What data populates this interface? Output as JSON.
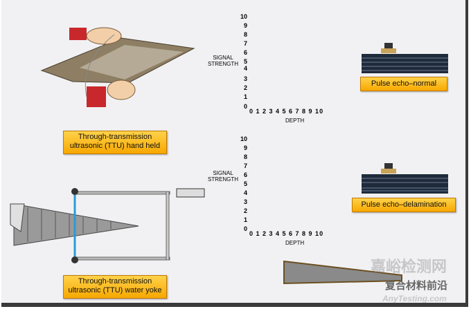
{
  "labels": {
    "ttu_hand": "Through-transmission ultrasonic (TTU) hand held",
    "ttu_yoke": "Through-transmission ultrasonic (TTU) water yoke",
    "pe_normal": "Pulse echo–normal",
    "pe_delam": "Pulse echo–delamination"
  },
  "graph1": {
    "ylabel_1": "SIGNAL",
    "ylabel_2": "STRENGTH",
    "yticks": [
      "10",
      "9",
      "8",
      "7",
      "6",
      "5",
      "4",
      "3",
      "2",
      "1",
      "0"
    ],
    "xticks": "0 1 2 3 4 5 6 7 8 9 10",
    "xlabel": "DEPTH"
  },
  "graph2": {
    "ylabel_1": "SIGNAL",
    "ylabel_2": "STRENGTH",
    "yticks": [
      "10",
      "9",
      "8",
      "7",
      "6",
      "5",
      "4",
      "3",
      "2",
      "1",
      "0"
    ],
    "xticks": "0 1 2 3 4 5 6 7 8 9 10",
    "xlabel": "DEPTH"
  },
  "watermark": {
    "line1": "嘉峪检测网",
    "line2": "AnyTesting.com",
    "line3": "复合材料前沿"
  }
}
